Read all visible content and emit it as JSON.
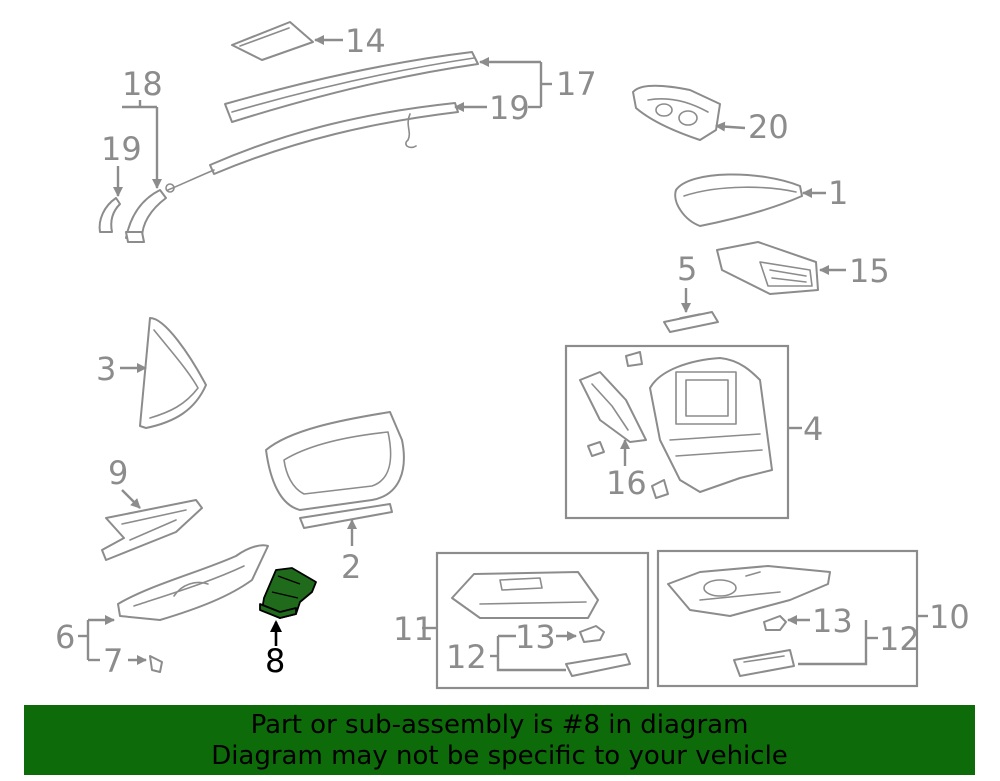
{
  "callouts": {
    "c1": "1",
    "c2": "2",
    "c3": "3",
    "c4": "4",
    "c5": "5",
    "c6": "6",
    "c7": "7",
    "c8": "8",
    "c9": "9",
    "c10": "10",
    "c11": "11",
    "c12a": "12",
    "c12b": "12",
    "c13a": "13",
    "c13b": "13",
    "c14": "14",
    "c15": "15",
    "c16": "16",
    "c17": "17",
    "c18": "18",
    "c19a": "19",
    "c19b": "19",
    "c20": "20"
  },
  "highlight": {
    "part_number": "8",
    "color": "#1f6a1b",
    "banner_color": "#0d6b0a"
  },
  "banner": {
    "line1": "Part or sub-assembly is #8 in diagram",
    "line2": "Diagram may not be specific to your vehicle"
  }
}
